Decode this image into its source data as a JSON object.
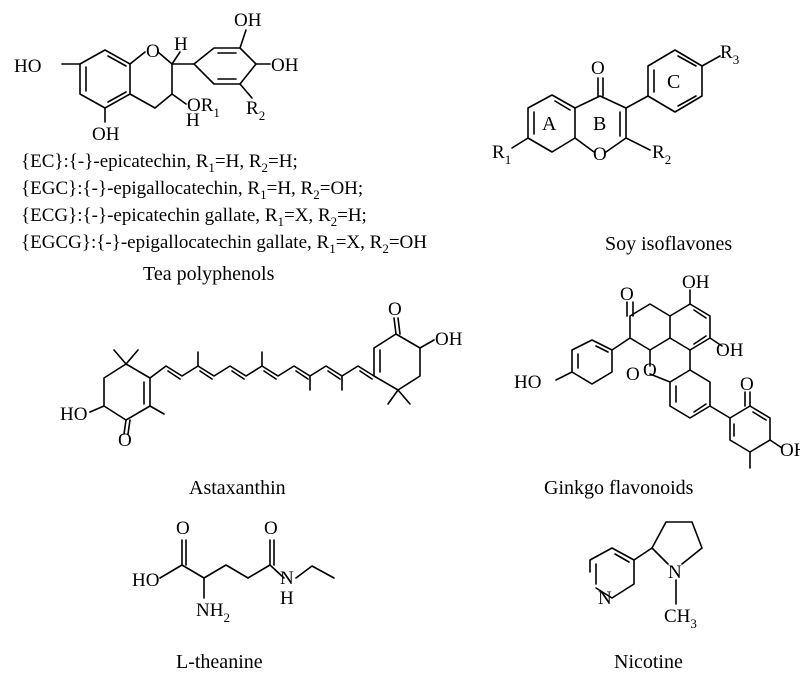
{
  "tea": {
    "caption": "Tea polyphenols",
    "atoms": {
      "ho_left": "HO",
      "o_ring": "O",
      "h_top": "H",
      "oh_top": "OH",
      "oh_right": "OH",
      "oh_bottom": "OH",
      "or": "OR",
      "or_sub": "1",
      "h_bottom": "H",
      "r2": "R",
      "r2_sub": "2"
    },
    "variants": [
      {
        "abbr": "{EC}",
        "name": ":{-}-epicatechin, ",
        "r1": "=H, ",
        "r2": "=H;"
      },
      {
        "abbr": "{EGC}",
        "name": ":{-}-epigallocatechin, ",
        "r1": "=H, ",
        "r2": "=OH;"
      },
      {
        "abbr": "{ECG}",
        "name": ":{-}-epicatechin gallate, ",
        "r1": "=X, ",
        "r2": "=H;"
      },
      {
        "abbr": "{EGCG}",
        "name": ":{-}-epigallocatechin gallate, ",
        "r1": "=X, ",
        "r2": "=OH"
      }
    ],
    "r_letter": "R",
    "r1_sub": "1",
    "r2_sub": "2"
  },
  "soy": {
    "caption": "Soy isoflavones",
    "atoms": {
      "o_top": "O",
      "o_ring": "O",
      "ring_a": "A",
      "ring_b": "B",
      "ring_c": "C",
      "r1": "R",
      "r1_sub": "1",
      "r2": "R",
      "r2_sub": "2",
      "r3": "R",
      "r3_sub": "3"
    }
  },
  "astaxanthin": {
    "caption": "Astaxanthin",
    "atoms": {
      "o_left": "O",
      "ho_left": "HO",
      "o_right": "O",
      "oh_right": "OH"
    }
  },
  "ginkgo": {
    "caption": "Ginkgo flavonoids",
    "atoms": {
      "o1": "O",
      "o2": "O",
      "o3": "O",
      "o4": "O",
      "oh1": "OH",
      "oh2": "OH",
      "oh3": "OH",
      "ho": "HO"
    }
  },
  "theanine": {
    "caption": "L-theanine",
    "atoms": {
      "ho": "HO",
      "o1": "O",
      "o2": "O",
      "n": "N",
      "h": "H",
      "nh2": "NH",
      "nh2_sub": "2"
    }
  },
  "nicotine": {
    "caption": "Nicotine",
    "atoms": {
      "n_ring": "N",
      "n_pyr": "N",
      "ch3": "CH",
      "ch3_sub": "3"
    }
  }
}
